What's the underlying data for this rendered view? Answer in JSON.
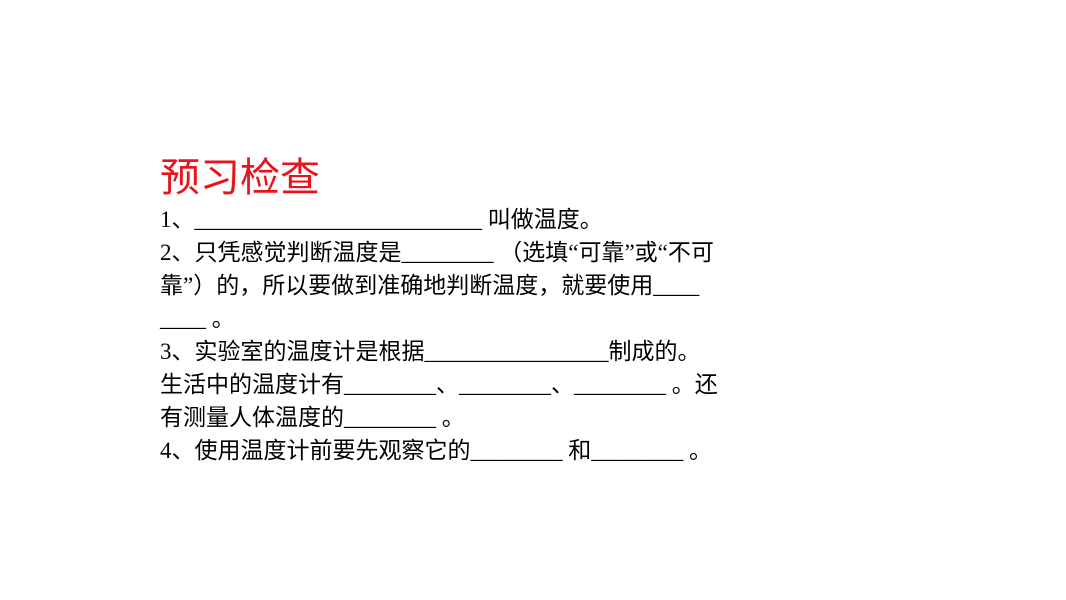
{
  "colors": {
    "title": "#e8141b",
    "text": "#000000",
    "background": "#ffffff"
  },
  "slide": {
    "title": "预习检查",
    "lines": [
      "1、_________________________   叫做温度。",
      "2、只凭感觉判断温度是________ （选填“可靠”或“不可",
      "靠”）的，所以要做到准确地判断温度，就要使用____",
      "____ 。",
      "3、实验室的温度计是根据________________制成的。",
      "生活中的温度计有________、________、________ 。还",
      "有测量人体温度的________ 。",
      "4、使用温度计前要先观察它的________ 和________ 。"
    ]
  }
}
